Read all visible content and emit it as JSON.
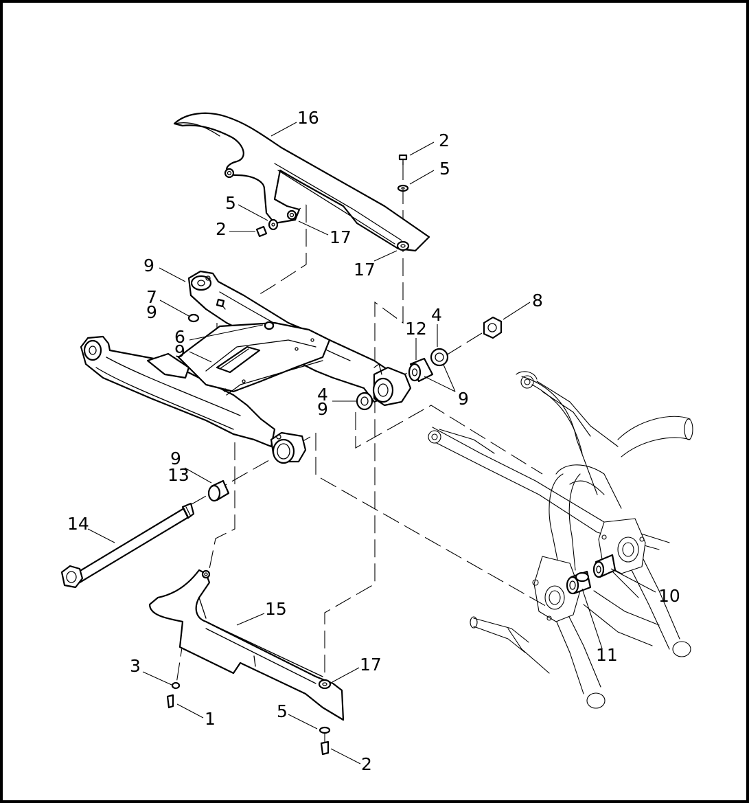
{
  "callouts": [
    {
      "id": "c16",
      "text": "16"
    },
    {
      "id": "c2a",
      "text": "2"
    },
    {
      "id": "c5a",
      "text": "5"
    },
    {
      "id": "c5b",
      "text": "5"
    },
    {
      "id": "c2b",
      "text": "2"
    },
    {
      "id": "c17a",
      "text": "17"
    },
    {
      "id": "c17b",
      "text": "17"
    },
    {
      "id": "c9a",
      "text": "9"
    },
    {
      "id": "c7",
      "text": "7"
    },
    {
      "id": "c9b",
      "text": "9"
    },
    {
      "id": "c8",
      "text": "8"
    },
    {
      "id": "c4a",
      "text": "4"
    },
    {
      "id": "c12",
      "text": "12"
    },
    {
      "id": "c6",
      "text": "6"
    },
    {
      "id": "c9c",
      "text": "9"
    },
    {
      "id": "c4b",
      "text": "4"
    },
    {
      "id": "c9d",
      "text": "9"
    },
    {
      "id": "c9e",
      "text": "9"
    },
    {
      "id": "c9f",
      "text": "9"
    },
    {
      "id": "c13",
      "text": "13"
    },
    {
      "id": "c14",
      "text": "14"
    },
    {
      "id": "c10",
      "text": "10"
    },
    {
      "id": "c15",
      "text": "15"
    },
    {
      "id": "c11",
      "text": "11"
    },
    {
      "id": "c3",
      "text": "3"
    },
    {
      "id": "c17c",
      "text": "17"
    },
    {
      "id": "c1",
      "text": "1"
    },
    {
      "id": "c5c",
      "text": "5"
    },
    {
      "id": "c2c",
      "text": "2"
    }
  ]
}
